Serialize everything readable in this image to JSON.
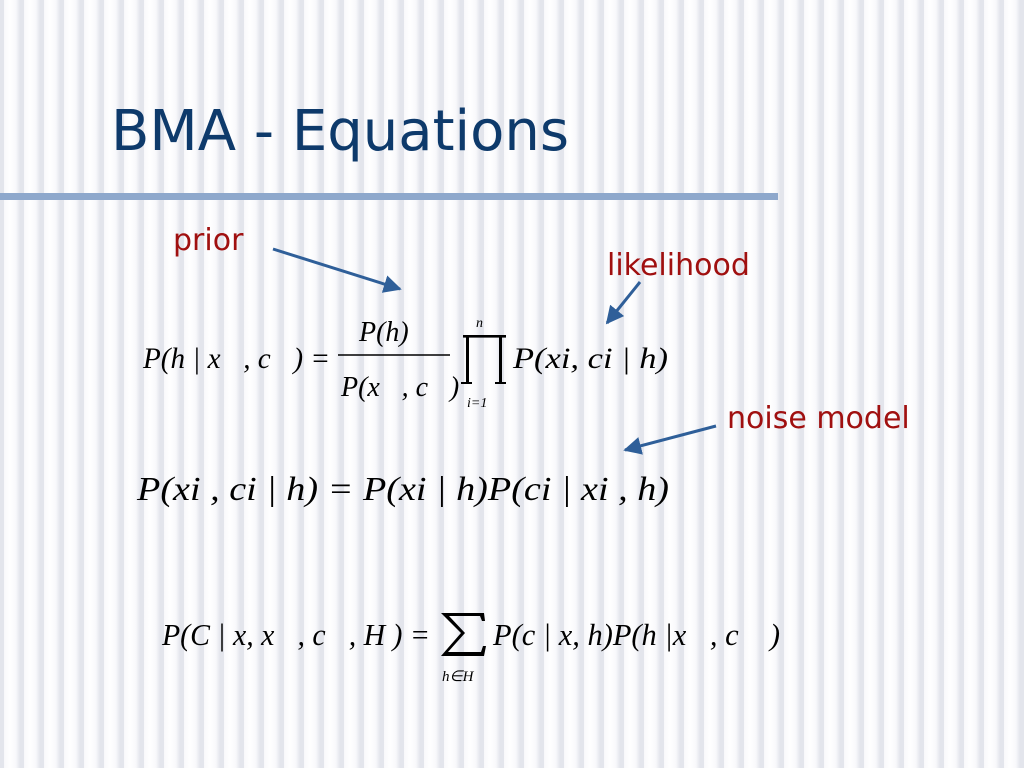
{
  "slide": {
    "title": "BMA - Equations"
  },
  "annotations": {
    "prior": "prior",
    "likelihood": "likelihood",
    "noise_model": "noise model"
  },
  "equations": {
    "eq1": {
      "lhs": "P(h | x⃗, c⃗) =",
      "numerator": "P(h)",
      "denominator": "P(x⃗, c⃗)",
      "product_upper": "n",
      "product_lower": "i=1",
      "product_term": "P(xi, ci | h)"
    },
    "eq2": "P(xi , ci | h) = P(xi | h)P(ci | xi , h)",
    "eq3": {
      "lhs": "P(C | x, x⃗, c⃗, H ) =",
      "sum_lower": "h∈H",
      "sum_term": "P(c | x, h)P(h |x⃗, c⃗ )"
    }
  },
  "colors": {
    "title": "#0e3a6b",
    "label": "#a01010",
    "arrow": "#2f5f99",
    "rule": "#8ea8cc"
  }
}
